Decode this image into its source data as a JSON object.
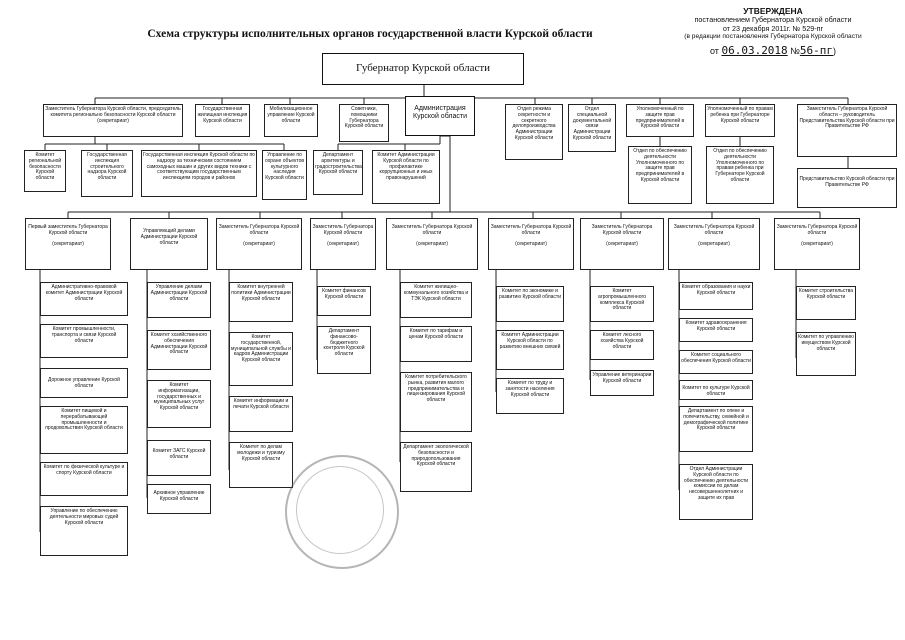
{
  "title": "Схема структуры исполнительных органов государственной власти Курской области",
  "approval": {
    "l1": "УТВЕРЖДЕНА",
    "l2": "постановлением Губернатора Курской области",
    "l3": "от 23 декабря 2011г. № 529-пг",
    "l4": "(в редакции постановления Губернатора Курской области",
    "l5_prefix": "от",
    "l5_date": "06.03.2018",
    "l5_mid": "№",
    "l5_num": "56-пг",
    "l5_suffix": ")"
  },
  "governor": "Губернатор Курской области",
  "row1": {
    "deputy_security": "Заместитель Губернатора Курской области, председатель комитета регионально безопасности Курской области (секретариат)",
    "gos_inspection": "Государственная жилищная инспекция Курской области",
    "mobil": "Мобилизационное управление Курской области",
    "advisors": "Советники, помощники Губернатора Курской области",
    "admin": "Администрация Курской области",
    "secret_dept": "Отдел режима секретности и секретного делопроизводства Администрации Курской области",
    "special_dept": "Отдел специальной документальной связи Администрации Курской области",
    "ombud_business": "Уполномоченный по защите прав предпринимателей в Курской области",
    "ombud_child": "Уполномоченный по правам ребенка при Губернаторе Курской области",
    "deputy_rep": "Заместитель Губернатора Курской области – руководитель Представительства Курской области при Правительстве РФ"
  },
  "row2": {
    "regional_security": "Комитет региональной безопасности Курской области",
    "construction_insp": "Государственная инспекция строительного надзора Курской области",
    "tech_insp": "Государственная инспекция Курской области по надзору за техническим состоянием самоходных машин и других видов техники с соответствующим государственным инспекциям городов и районов",
    "heritage": "Управление по охране объектов культурного наследия Курской области",
    "architecture": "Департамент архитектуры и градостроительства Курской области",
    "anticorruption": "Комитет Администрации Курской области по профилактике коррупционных и иных правонарушений",
    "ombud_business_dept": "Отдел по обеспечению деятельности Уполномоченного по защите прав предпринимателей в Курской области",
    "ombud_child_dept": "Отдел по обеспечению деятельности Уполномоченного по правам ребенка при Губернаторе Курской области",
    "representation": "Представительство Курской области при Правительстве РФ"
  },
  "columns": [
    {
      "head": "Первый заместитель Губернатора Курской области",
      "sec": "(секретариат)",
      "items": [
        "Административно-правовой комитет Администрации Курской области",
        "Комитет промышленности, транспорта и связи Курской области",
        "Дорожное управление Курской области",
        "Комитет пищевой и перерабатывающей промышленности и продовольствия Курской области",
        "Комитет по физической культуре и спорту Курской области",
        "Управление по обеспечению деятельности мировых судей Курской области"
      ]
    },
    {
      "head": "Управляющий делами Администрации Курской области",
      "sec": "",
      "items": [
        "Управление делами Администрации Курской области",
        "Комитет хозяйственного обеспечения Администрации Курской области",
        "Комитет информатизации, государственных и муниципальных услуг Курской области",
        "Комитет ЗАГС Курской области",
        "Архивное управление Курской области"
      ]
    },
    {
      "head": "Заместитель Губернатора Курской области",
      "sec": "(секретариат)",
      "items": [
        "Комитет внутренней политики Администрации Курской области",
        "Комитет государственной, муниципальной службы и кадров Администрации Курской области",
        "Комитет информации и печати Курской области",
        "Комитет по делам молодежи и туризму Курской области"
      ]
    },
    {
      "head": "Заместитель Губернатора Курской области",
      "sec": "(секретариат)",
      "items": [
        "Комитет финансов Курской области",
        "Департамент финансово-бюджетного контроля Курской области"
      ]
    },
    {
      "head": "Заместитель Губернатора Курской области",
      "sec": "(секретариат)",
      "items": [
        "Комитет жилищно-коммунального хозяйства и ТЭК Курской области",
        "Комитет по тарифам и ценам Курской области",
        "Комитет потребительского рынка, развития малого предпринимательства и лицензирования Курской области",
        "Департамент экологической безопасности и природопользования Курской области"
      ]
    },
    {
      "head": "Заместитель Губернатора Курской области",
      "sec": "(секретариат)",
      "items": [
        "Комитет по экономике и развитию Курской области",
        "Комитет Администрации Курской области по развитию внешних связей",
        "Комитет по труду и занятости населения Курской области"
      ]
    },
    {
      "head": "Заместитель Губернатора Курской области",
      "sec": "(секретариат)",
      "items": [
        "Комитет агропромышленного комплекса Курской области",
        "Комитет лесного хозяйства Курской области",
        "Управление ветеринарии Курской области"
      ]
    },
    {
      "head": "Заместитель Губернатора Курской области",
      "sec": "(секретариат)",
      "items": [
        "Комитет образования и науки Курской области",
        "Комитет здравоохранения Курской области",
        "Комитет социального обеспечения Курской области",
        "Комитет по культуре Курской области",
        "Департамент по опеке и попечительству, семейной и демографической политике Курской области",
        "Отдел Администрации Курской области по обеспечению деятельности комиссии по делам несовершеннолетних и защите их прав"
      ]
    },
    {
      "head": "Заместитель Губернатора Курской области",
      "sec": "(секретариат)",
      "items": [
        "Комитет строительства Курской области",
        "Комитет по управлению имуществом Курской области"
      ]
    }
  ]
}
